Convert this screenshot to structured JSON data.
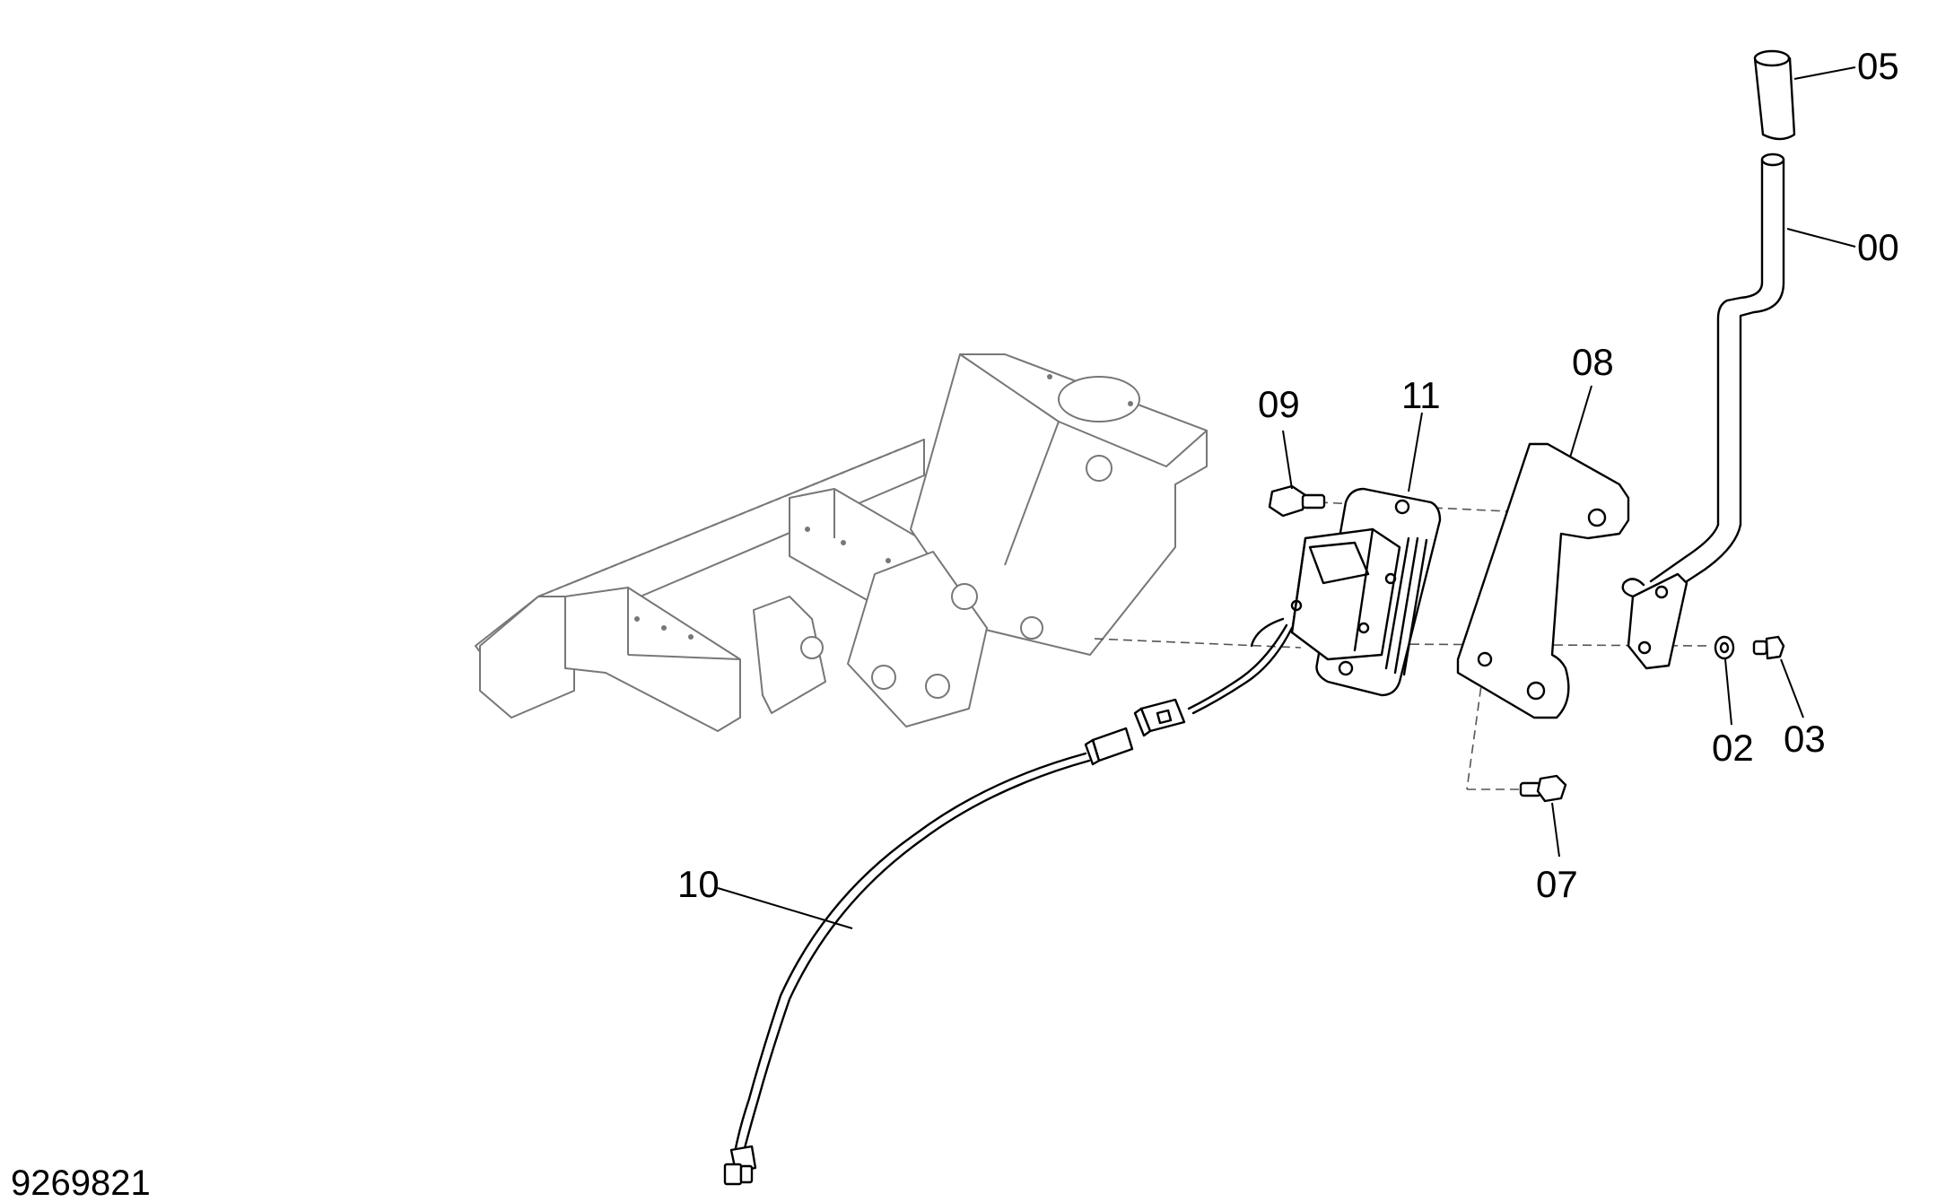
{
  "drawing_number": "9269821",
  "callouts": {
    "c05": "05",
    "c00": "00",
    "c08": "08",
    "c09": "09",
    "c11": "11",
    "c02": "02",
    "c03": "03",
    "c07": "07",
    "c10": "10"
  }
}
